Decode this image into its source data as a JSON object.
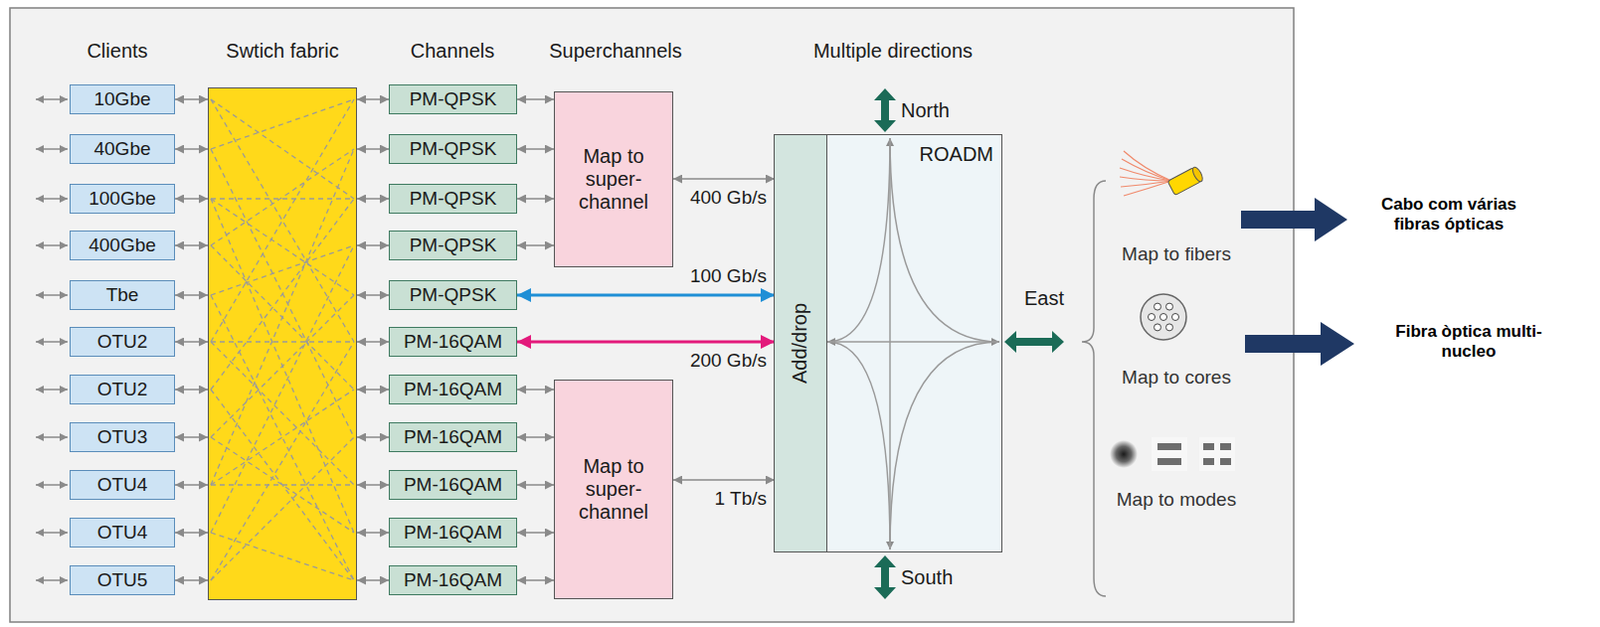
{
  "diagram": {
    "nodes": [
      {
        "text": [
          "10Gbe"
        ]
      },
      {
        "text": [
          "40Gbe"
        ]
      },
      {
        "text": [
          "100Gbe"
        ]
      },
      {
        "text": [
          "400Gbe"
        ]
      },
      {
        "text": [
          "Tbe"
        ]
      },
      {
        "text": [
          "OTU2"
        ]
      },
      {
        "text": [
          "OTU2"
        ]
      },
      {
        "text": [
          "OTU3"
        ]
      },
      {
        "text": [
          "OTU4"
        ]
      },
      {
        "text": [
          "OTU4"
        ]
      },
      {
        "text": [
          "OTU5"
        ]
      },
      {
        "text": [
          "Swtich fabric"
        ]
      },
      {
        "text": [
          "PM-QPSK"
        ]
      },
      {
        "text": [
          "PM-QPSK"
        ]
      },
      {
        "text": [
          "PM-QPSK"
        ]
      },
      {
        "text": [
          "PM-QPSK"
        ]
      },
      {
        "text": [
          "PM-QPSK"
        ]
      },
      {
        "text": [
          "PM-16QAM"
        ]
      },
      {
        "text": [
          "PM-16QAM"
        ]
      },
      {
        "text": [
          "PM-16QAM"
        ]
      },
      {
        "text": [
          "PM-16QAM"
        ]
      },
      {
        "text": [
          "PM-16QAM"
        ]
      },
      {
        "text": [
          "PM-16QAM"
        ]
      },
      {
        "text": [
          "Map to super- channel"
        ]
      },
      {
        "text": [
          "Map to super- channel"
        ]
      },
      {
        "text": [
          "ROADM"
        ]
      },
      {
        "text": [
          "Add/drop"
        ],
        "in": 25
      }
    ],
    "edges": [
      {
        "from": 0,
        "to": 11,
        "arrow": "both"
      },
      {
        "from": 1,
        "to": 11,
        "arrow": "both"
      },
      {
        "from": 2,
        "to": 11,
        "arrow": "both"
      },
      {
        "from": 3,
        "to": 11,
        "arrow": "both"
      },
      {
        "from": 4,
        "to": 11,
        "arrow": "both"
      },
      {
        "from": 5,
        "to": 11,
        "arrow": "both"
      },
      {
        "from": 6,
        "to": 11,
        "arrow": "both"
      },
      {
        "from": 7,
        "to": 11,
        "arrow": "both"
      },
      {
        "from": 8,
        "to": 11,
        "arrow": "both"
      },
      {
        "from": 9,
        "to": 11,
        "arrow": "both"
      },
      {
        "from": 10,
        "to": 11,
        "arrow": "both"
      },
      {
        "from": 11,
        "to": 12,
        "arrow": "both"
      },
      {
        "from": 11,
        "to": 13,
        "arrow": "both"
      },
      {
        "from": 11,
        "to": 14,
        "arrow": "both"
      },
      {
        "from": 11,
        "to": 15,
        "arrow": "both"
      },
      {
        "from": 11,
        "to": 16,
        "arrow": "both"
      },
      {
        "from": 11,
        "to": 17,
        "arrow": "both"
      },
      {
        "from": 11,
        "to": 18,
        "arrow": "both"
      },
      {
        "from": 11,
        "to": 19,
        "arrow": "both"
      },
      {
        "from": 11,
        "to": 20,
        "arrow": "both"
      },
      {
        "from": 11,
        "to": 21,
        "arrow": "both"
      },
      {
        "from": 11,
        "to": 22,
        "arrow": "both"
      },
      {
        "from": 12,
        "to": 23,
        "arrow": "both"
      },
      {
        "from": 13,
        "to": 23,
        "arrow": "both"
      },
      {
        "from": 14,
        "to": 23,
        "arrow": "both"
      },
      {
        "from": 15,
        "to": 23,
        "arrow": "both"
      },
      {
        "from": 16,
        "to": 26,
        "label": "100 Gb/s",
        "arrow": "both"
      },
      {
        "from": 17,
        "to": 26,
        "label": "200 Gb/s",
        "arrow": "both"
      },
      {
        "from": 18,
        "to": 24,
        "arrow": "both"
      },
      {
        "from": 19,
        "to": 24,
        "arrow": "both"
      },
      {
        "from": 20,
        "to": 24,
        "arrow": "both"
      },
      {
        "from": 21,
        "to": 24,
        "arrow": "both"
      },
      {
        "from": 22,
        "to": 24,
        "arrow": "both"
      },
      {
        "from": 23,
        "to": 26,
        "label": "400 Gb/s",
        "arrow": "both"
      },
      {
        "from": 24,
        "to": 26,
        "label": "1 Tb/s",
        "arrow": "both"
      }
    ],
    "labels": [
      "Clients",
      "Channels",
      "Superchannels",
      "Multiple directions",
      "North",
      "East",
      "South",
      "Map to fibers",
      "Map to cores",
      "Map to modes",
      "Cabo com várias fibras ópticas",
      "Fibra òptica multi- nucleo"
    ]
  }
}
